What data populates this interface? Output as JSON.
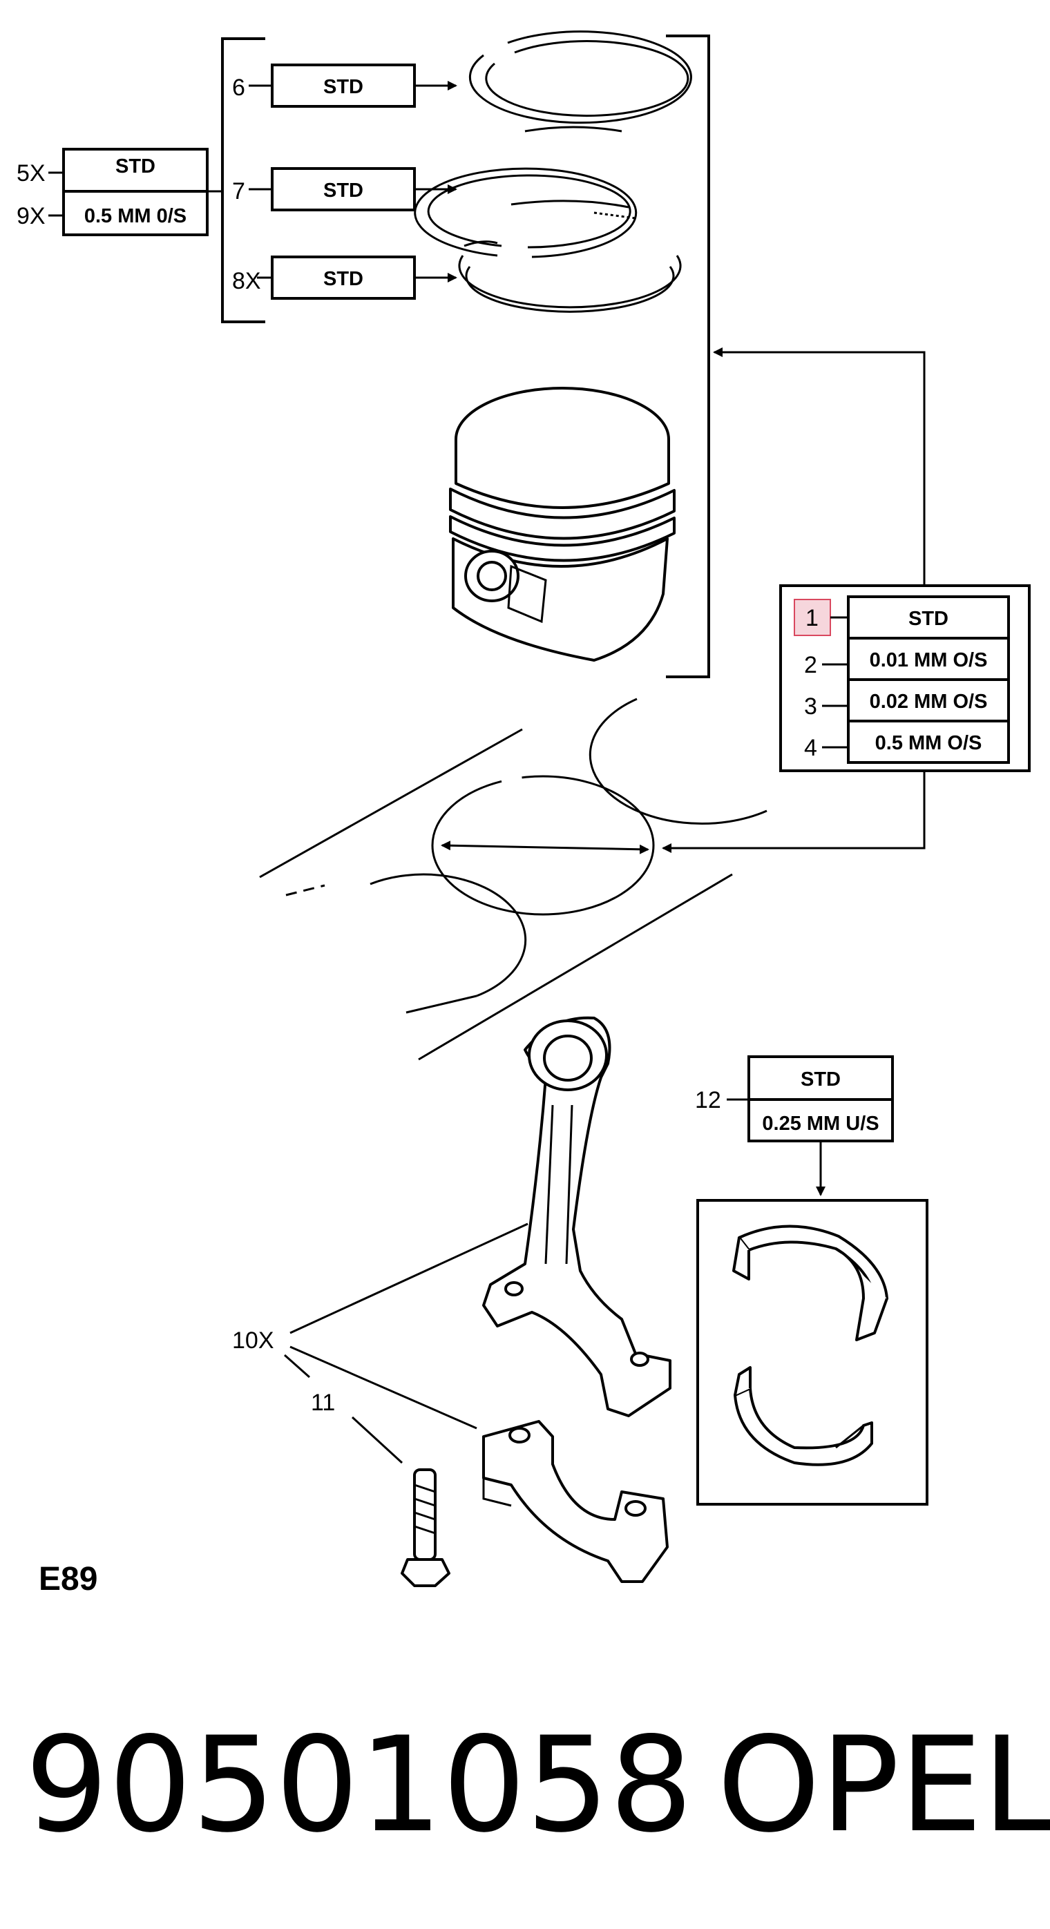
{
  "rings_group": {
    "left": [
      {
        "callout": "5X",
        "label": "STD"
      },
      {
        "callout": "9X",
        "label": "0.5 MM 0/S"
      }
    ],
    "rings": [
      {
        "callout": "6",
        "label": "STD"
      },
      {
        "callout": "7",
        "label": "STD"
      },
      {
        "callout": "8X",
        "label": "STD"
      }
    ]
  },
  "piston_sizes": [
    {
      "callout": "1",
      "label": "STD",
      "highlight": true
    },
    {
      "callout": "2",
      "label": "0.01 MM O/S"
    },
    {
      "callout": "3",
      "label": "0.02 MM O/S"
    },
    {
      "callout": "4",
      "label": "0.5 MM O/S"
    }
  ],
  "bearing_sizes": {
    "callout": "12",
    "labels": [
      "STD",
      "0.25 MM U/S"
    ]
  },
  "rod": {
    "rod_callout": "10X",
    "bolt_callout": "11"
  },
  "diagram_code": "E89",
  "footer": {
    "part_number": "90501058",
    "brand": "OPEL"
  },
  "colors": {
    "highlight_fill": "#f6d6dc",
    "highlight_stroke": "#d9485f"
  }
}
